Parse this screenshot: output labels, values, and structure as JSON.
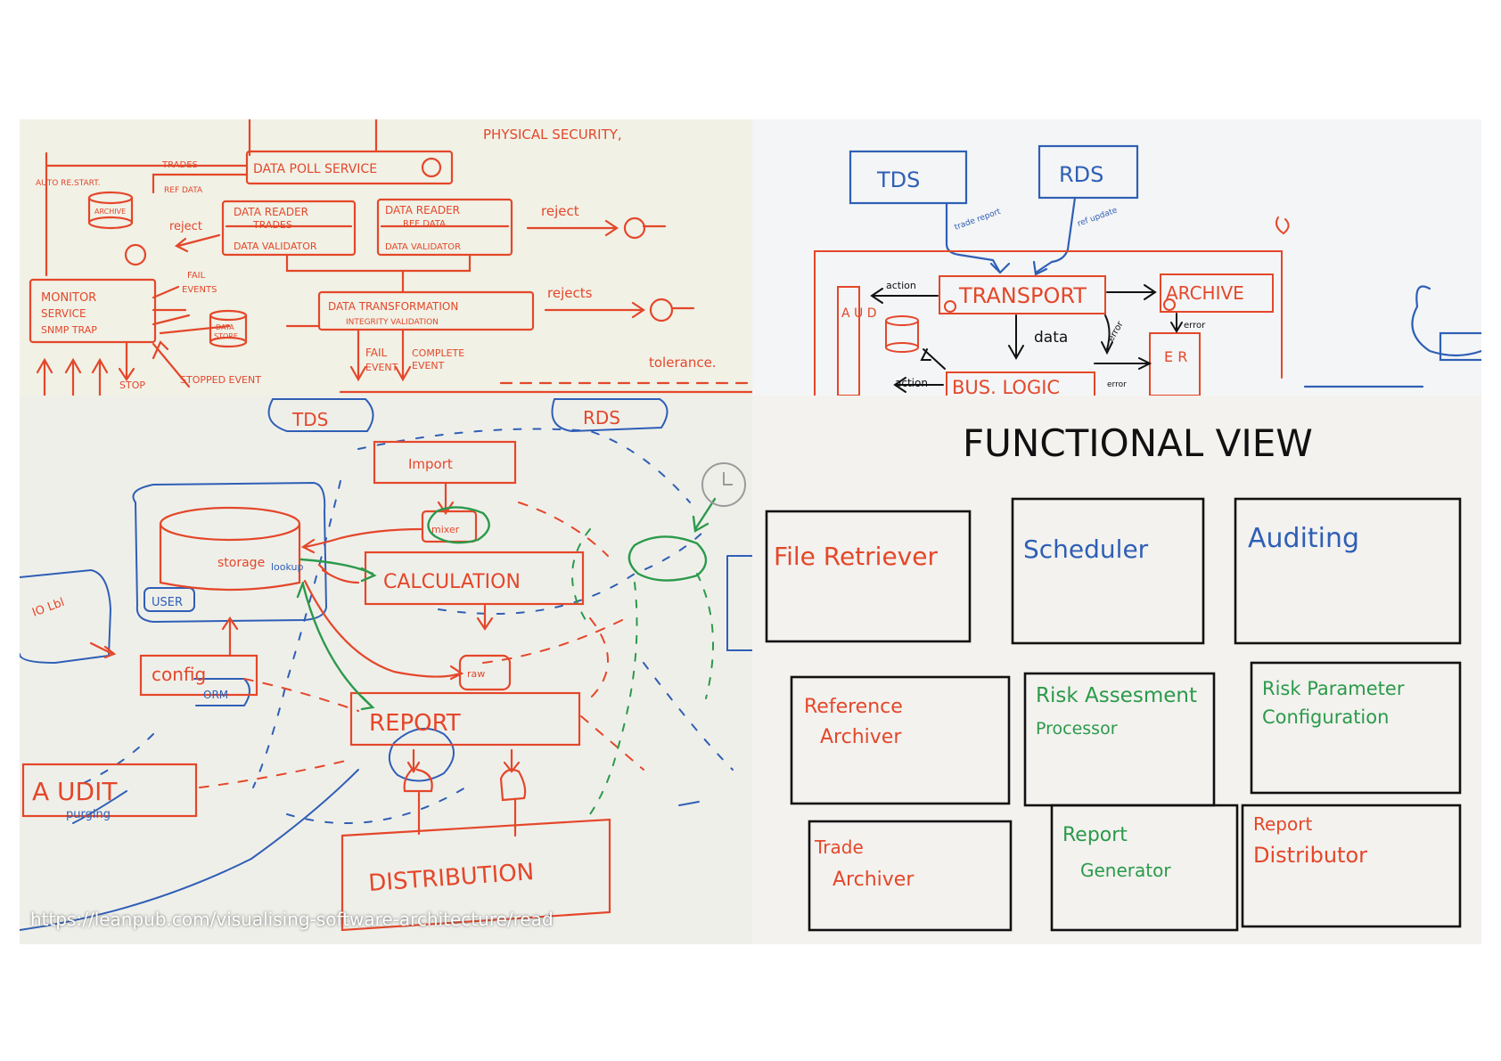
{
  "colors": {
    "red": "#e4472a",
    "blue": "#2f5fb5",
    "green": "#2b9a4a",
    "black": "#111111"
  },
  "photo1": {
    "physical_security": "PHYSICAL SECURITY,",
    "data_poll_service": "DATA POLL SERVICE",
    "trades": "TRADES",
    "auto_restart": "AUTO RE.START.",
    "ref_data": "REF DATA",
    "archive": "ARCHIVE",
    "reader_trades_1": "DATA READER",
    "reader_trades_2": "TRADES",
    "validator_1": "DATA VALIDATOR",
    "reader_ref_1": "DATA READER",
    "reader_ref_2": "REF DATA",
    "validator_2": "DATA VALIDATOR",
    "reject_1": "reject",
    "reject_2": "reject",
    "monitor_1": "MONITOR",
    "monitor_2": "SERVICE",
    "monitor_3": "SNMP TRAP",
    "fail_events_1": "FAIL",
    "fail_events_2": "EVENTS",
    "data_store_1": "DATA",
    "data_store_2": "STORE",
    "transformation_1": "DATA TRANSFORMATION",
    "transformation_2": "INTEGRITY VALIDATION",
    "rejects": "rejects",
    "fail_event_1": "FAIL",
    "fail_event_2": "EVENT",
    "complete_event_1": "COMPLETE",
    "complete_event_2": "EVENT",
    "tolerance": "tolerance.",
    "stop": "STOP",
    "stopped_event": "STOPPED EVENT"
  },
  "photo2": {
    "tds": "TDS",
    "rds": "RDS",
    "trade_report": "trade report",
    "ref_update": "ref update",
    "transport": "TRANSPORT",
    "archive": "ARCHIVE",
    "action_1": "action",
    "action_2": "action",
    "data": "data",
    "error_1": "error",
    "error_2": "error",
    "error_3": "error",
    "bus_logic": "BUS. LOGIC",
    "aud": "A U D",
    "er": "E R"
  },
  "photo3": {
    "tds": "TDS",
    "rds": "RDS",
    "import": "Import",
    "mixer": "mixer",
    "storage": "storage",
    "lookup": "lookup",
    "user": "USER",
    "calculation": "CALCULATION",
    "config": "config",
    "orm": "ORM",
    "raw": "raw",
    "report": "REPORT",
    "audit": "A UDIT",
    "purging": "purging",
    "distribution": "DISTRIBUTION",
    "left_box": "IO Lbl"
  },
  "photo4": {
    "title": "FUNCTIONAL VIEW",
    "boxes": [
      {
        "lines": [
          "File Retriever"
        ],
        "color": "red"
      },
      {
        "lines": [
          "Scheduler"
        ],
        "color": "blue"
      },
      {
        "lines": [
          "Auditing"
        ],
        "color": "blue"
      },
      {
        "lines": [
          "Reference",
          "Archiver"
        ],
        "color": "red"
      },
      {
        "lines": [
          "Risk Assesment",
          "Processor"
        ],
        "color": "green"
      },
      {
        "lines": [
          "Risk Parameter",
          "Configuration"
        ],
        "color": "green"
      },
      {
        "lines": [
          "Trade",
          "Archiver"
        ],
        "color": "red"
      },
      {
        "lines": [
          "Report",
          "Generator"
        ],
        "color": "green"
      },
      {
        "lines": [
          "Report",
          "Distributor"
        ],
        "color": "red"
      }
    ]
  },
  "caption": "https://leanpub.com/visualising-software-architecture/read"
}
